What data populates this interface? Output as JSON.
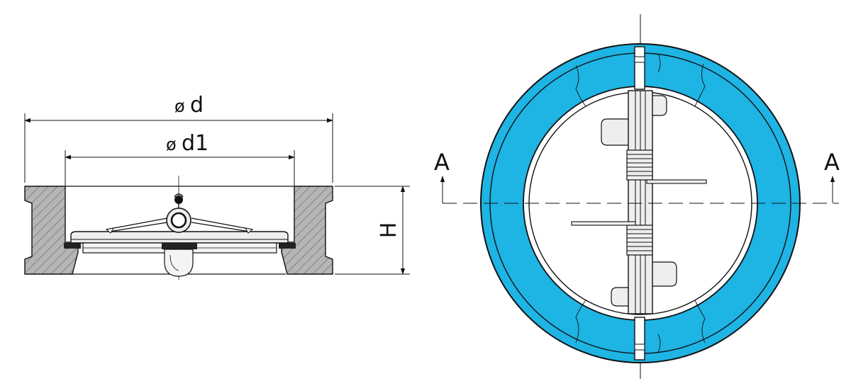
{
  "side_view": {
    "dim_outer_symbol": "ø",
    "dim_outer_label": "d",
    "dim_inner_symbol": "ø",
    "dim_inner_label": "d1",
    "dim_height_label": "H"
  },
  "front_view": {
    "section_left_label": "A",
    "section_right_label": "A"
  },
  "colors": {
    "ring_fill": "#1EB4E4",
    "line": "#111111",
    "metal": "#EEEEEE"
  }
}
